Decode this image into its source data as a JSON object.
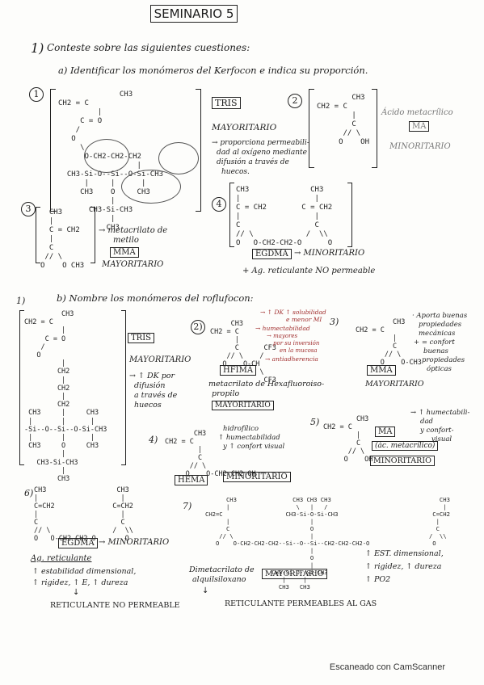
{
  "title": "SEMINARIO 5",
  "footer": "Escaneado con CamScanner",
  "question1": {
    "number": "1)",
    "heading": "Conteste sobre las siguientes cuestiones:",
    "part_a": "a) Identificar los monómeros del Kerfocon e indica su proporción.",
    "part_b": "b) Nombre los monómeros del roflufocon:"
  },
  "kerfocon": {
    "m1": {
      "num": "1",
      "box": "TRIS",
      "prop": "MAYORITARIO",
      "note1": "→ proporciona permeabili-",
      "note2": "dad al oxígeno mediante",
      "note3": "difusión a través de",
      "note4": "huecos."
    },
    "m2": {
      "num": "2",
      "label": "Ácido metacrílico",
      "box": "MA",
      "prop": "MINORITARIO"
    },
    "m3": {
      "num": "3",
      "label1": "→ metacrilato de",
      "label2": "metilo",
      "box": "MMA",
      "prop": "MAYORITARIO"
    },
    "m4": {
      "num": "4",
      "box": "EGDMA",
      "prop": "→ MINORITARIO",
      "note": "+ Ag. reticulante NO permeable"
    }
  },
  "roflufocon": {
    "r1": {
      "num": "1)",
      "box": "TRIS",
      "prop": "MAYORITARIO",
      "n1": "→ ↑ DK por",
      "n2": "difusión",
      "n3": "a través de",
      "n4": "huecos"
    },
    "r2": {
      "num": "2)",
      "n1": "→ ↑ DK ↑ solubilidad",
      "n2": "e menor MI",
      "n3": "→ humectabilidad",
      "n4": "→ mayores",
      "n5": "por su inversión",
      "n6": "en la mucosa",
      "n7": "→ antiadherencia",
      "box": "HFIMA",
      "l1": "metacrilato de Hexafluoroiso-",
      "l2": "propilo",
      "prop": "MAYORITARIO"
    },
    "r3": {
      "num": "3)",
      "n1": "· Aporta buenas",
      "n2": "propiedades",
      "n3": "mecánicas",
      "n4": "+ = confort",
      "n5": "buenas",
      "n6": "propiedades",
      "n7": "ópticas",
      "box": "MMA",
      "prop": "MAYORITARIO"
    },
    "r4": {
      "num": "4)",
      "n1": "hidrofílico",
      "n2": "↑ humectabilidad",
      "n3": "y ↑ confort visual",
      "box": "HEMA",
      "prop": "MINORITARIO"
    },
    "r5": {
      "num": "5)",
      "n1": "→ ↑ humectabili-",
      "n2": "dad",
      "n3": "y confort-",
      "n4": "visual",
      "box": "MA",
      "label": "(ác. metacrílico)",
      "prop": "MINORITARIO"
    },
    "r6": {
      "num": "6)",
      "box": "EGDMA",
      "prop": "→ MINORITARIO",
      "l1": "Ag. reticulante",
      "l2": "↑ estabilidad dimensional,",
      "l3": "↑ rigidez, ↑ E, ↑ dureza",
      "l4": "RETICULANTE NO PERMEABLE"
    },
    "r7": {
      "num": "7)",
      "l1": "Dimetacrilato de",
      "l2": "alquilsiloxano",
      "prop": "MAYORITARIO",
      "l3": "RETICULANTE PERMEABLES AL GAS",
      "n1": "↑ EST. dimensional,",
      "n2": "↑ rigidez, ↑ dureza",
      "n3": "↑ PO2"
    }
  }
}
